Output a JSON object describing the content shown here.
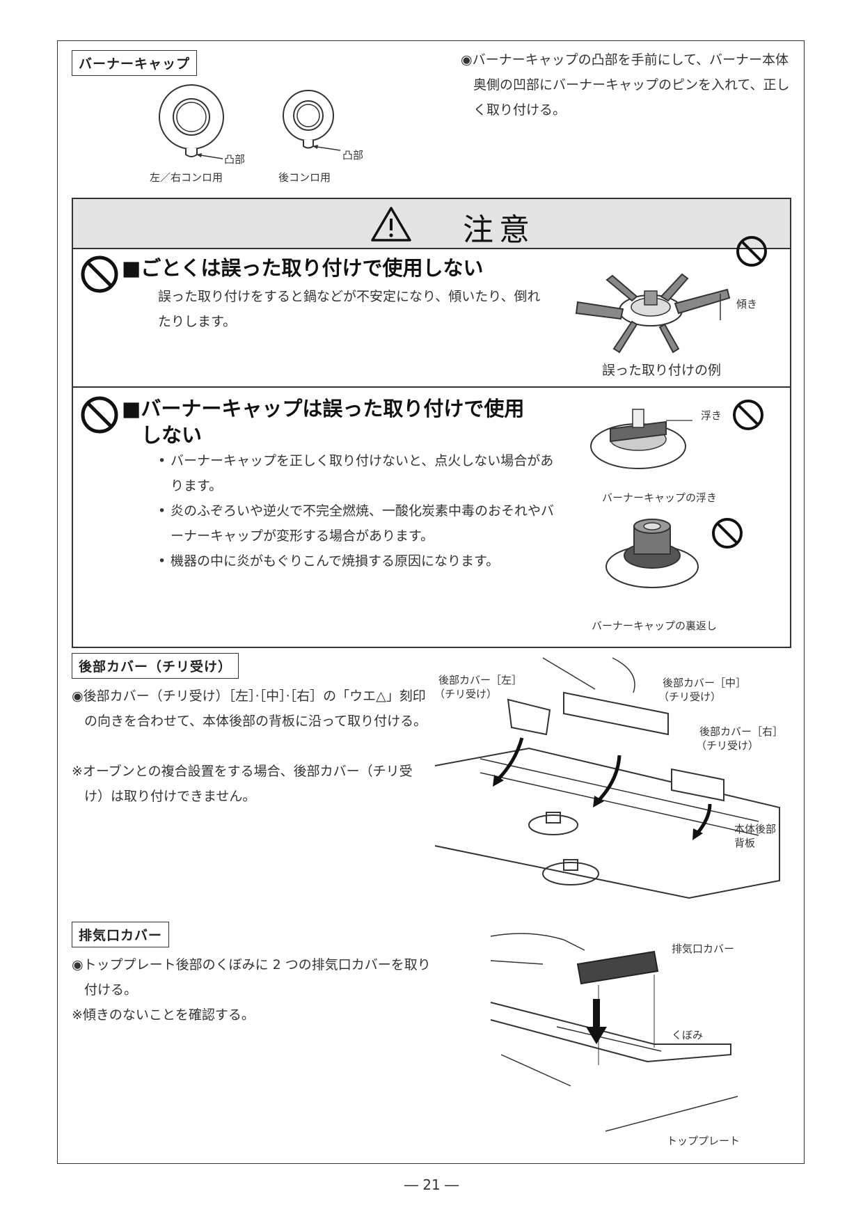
{
  "burner_cap": {
    "label": "バーナーキャップ",
    "instruction": "◉バーナーキャップの凸部を手前にして、バーナー本体奥側の凹部にバーナーキャップのピンを入れて、正しく取り付ける。",
    "left_callout": "凸部",
    "right_callout": "凸部",
    "left_caption": "左／右コンロ用",
    "right_caption": "後コンロ用"
  },
  "caution": {
    "title": "注意",
    "item1": {
      "title": "■ごとくは誤った取り付けで使用しない",
      "body": "誤った取り付けをすると鍋などが不安定になり、傾いたり、倒れたりします。",
      "fig_label": "傾き",
      "fig_caption": "誤った取り付けの例"
    },
    "item2": {
      "title_line1": "■バーナーキャップは誤った取り付けで使用",
      "title_line2": "しない",
      "bullets": [
        "バーナーキャップを正しく取り付けないと、点火しない場合があります。",
        "炎のふぞろいや逆火で不完全燃焼、一酸化炭素中毒のおそれやバーナーキャップが変形する場合があります。",
        "機器の中に炎がもぐりこんで焼損する原因になります。"
      ],
      "fig1_label": "浮き",
      "fig1_caption": "バーナーキャップの浮き",
      "fig2_caption": "バーナーキャップの裏返し"
    }
  },
  "rear_cover": {
    "label": "後部カバー（チリ受け）",
    "instruction": "◉後部カバー（チリ受け）［左］·［中］·［右］の「ウエ△」刻印の向きを合わせて、本体後部の背板に沿って取り付ける。",
    "note": "※オーブンとの複合設置をする場合、後部カバー（チリ受け）は取り付けできません。",
    "callout_left_1": "後部カバー［左］",
    "callout_left_2": "（チリ受け）",
    "callout_mid_1": "後部カバー［中］",
    "callout_mid_2": "（チリ受け）",
    "callout_right_1": "後部カバー［右］",
    "callout_right_2": "（チリ受け）",
    "callout_back_1": "本体後部",
    "callout_back_2": "背板"
  },
  "exhaust_cover": {
    "label": "排気口カバー",
    "instruction": "◉トッププレート後部のくぼみに 2 つの排気口カバーを取り付ける。",
    "note": "※傾きのないことを確認する。",
    "callout_cover": "排気口カバー",
    "callout_recess": "くぼみ",
    "callout_top": "トッププレート"
  },
  "page_number": "― 21 ―"
}
